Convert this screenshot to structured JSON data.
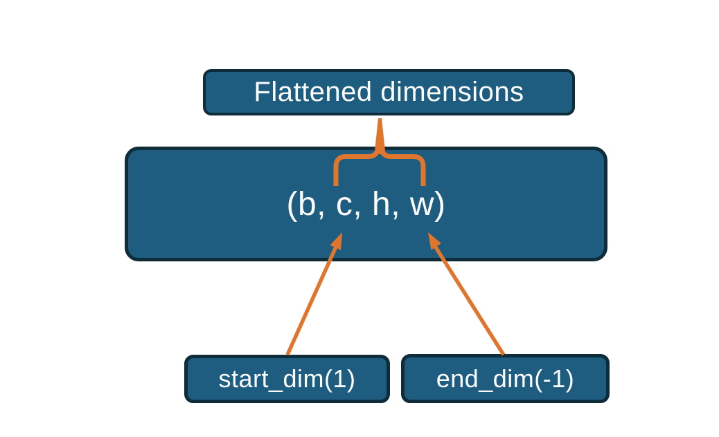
{
  "diagram": {
    "title_box": {
      "label": "Flattened dimensions"
    },
    "tensor_box": {
      "label": "(b, c, h, w)"
    },
    "start_box": {
      "label": "start_dim(1)"
    },
    "end_box": {
      "label": "end_dim(-1)"
    }
  },
  "colors": {
    "box_fill": "#1e5d80",
    "box_border": "#0e2c3a",
    "accent_orange": "#e0752e",
    "text": "#fbfbfb",
    "background": "#ffffff"
  }
}
